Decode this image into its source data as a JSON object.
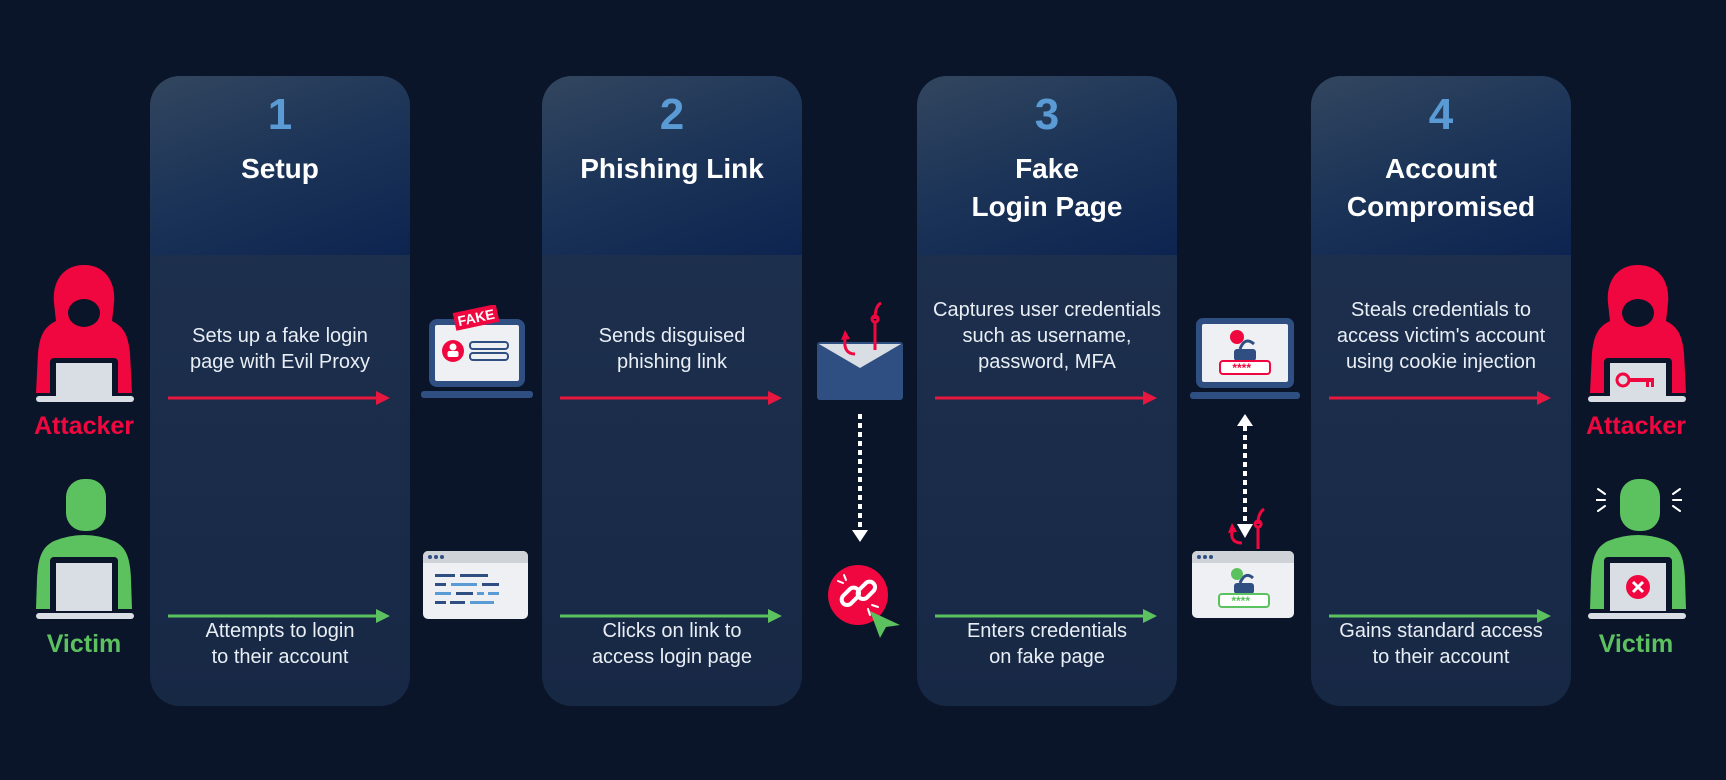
{
  "actors": {
    "attacker_label": "Attacker",
    "victim_label": "Victim",
    "attacker_color": "#f0073f",
    "victim_color": "#5cc15f"
  },
  "fake_badge": "FAKE",
  "steps": [
    {
      "number": "1",
      "title_lines": [
        "Setup"
      ],
      "attacker_text": [
        "Sets up a fake login",
        "page with Evil Proxy"
      ],
      "victim_text": [
        "Attempts to login",
        "to their account"
      ]
    },
    {
      "number": "2",
      "title_lines": [
        "Phishing Link"
      ],
      "attacker_text": [
        "Sends disguised",
        "phishing link"
      ],
      "victim_text": [
        "Clicks on link to",
        "access login page"
      ]
    },
    {
      "number": "3",
      "title_lines": [
        "Fake",
        "Login Page"
      ],
      "attacker_text": [
        "Captures user credentials",
        "such as username,",
        "password, MFA"
      ],
      "victim_text": [
        "Enters credentials",
        "on fake page"
      ]
    },
    {
      "number": "4",
      "title_lines": [
        "Account",
        "Compromised"
      ],
      "attacker_text": [
        "Steals credentials to",
        "access victim's account",
        "using cookie injection"
      ],
      "victim_text": [
        "Gains standard access",
        "to their account"
      ]
    }
  ],
  "colors": {
    "background": "#0a1529",
    "step_number": "#5b9bd5",
    "attacker_arrow": "#e8173f",
    "victim_arrow": "#5cc15f",
    "icon_navy": "#2f4f82"
  }
}
